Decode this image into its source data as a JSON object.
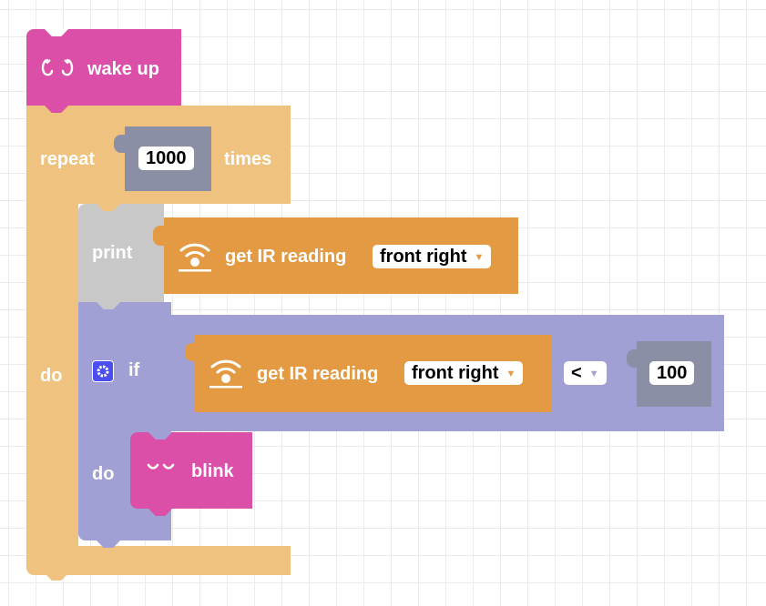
{
  "colors": {
    "looks_pink": "#dc4fa8",
    "loop_orange": "#f0c27f",
    "sensor_orange": "#e39a42",
    "print_gray": "#c8c8c8",
    "logic_purple": "#a0a0d4",
    "number_slate": "#8a8fa6",
    "gear_blue": "#4b4ef0"
  },
  "blocks": {
    "wake_up": {
      "icon": "eyes-open-icon",
      "label": "wake up"
    },
    "repeat": {
      "label_repeat": "repeat",
      "count": "1000",
      "label_times": "times",
      "label_do": "do"
    },
    "print": {
      "label": "print"
    },
    "ir_reading_print": {
      "icon": "ir-sensor-icon",
      "label": "get IR reading",
      "sensor": "front right"
    },
    "if": {
      "icon": "gear-icon",
      "label_if": "if",
      "label_do": "do"
    },
    "ir_reading_if": {
      "icon": "ir-sensor-icon",
      "label": "get IR reading",
      "sensor": "front right"
    },
    "compare": {
      "operator": "<",
      "value": "100"
    },
    "blink": {
      "icon": "eyes-closed-icon",
      "label": "blink"
    }
  },
  "dropdown_arrow": "▼"
}
